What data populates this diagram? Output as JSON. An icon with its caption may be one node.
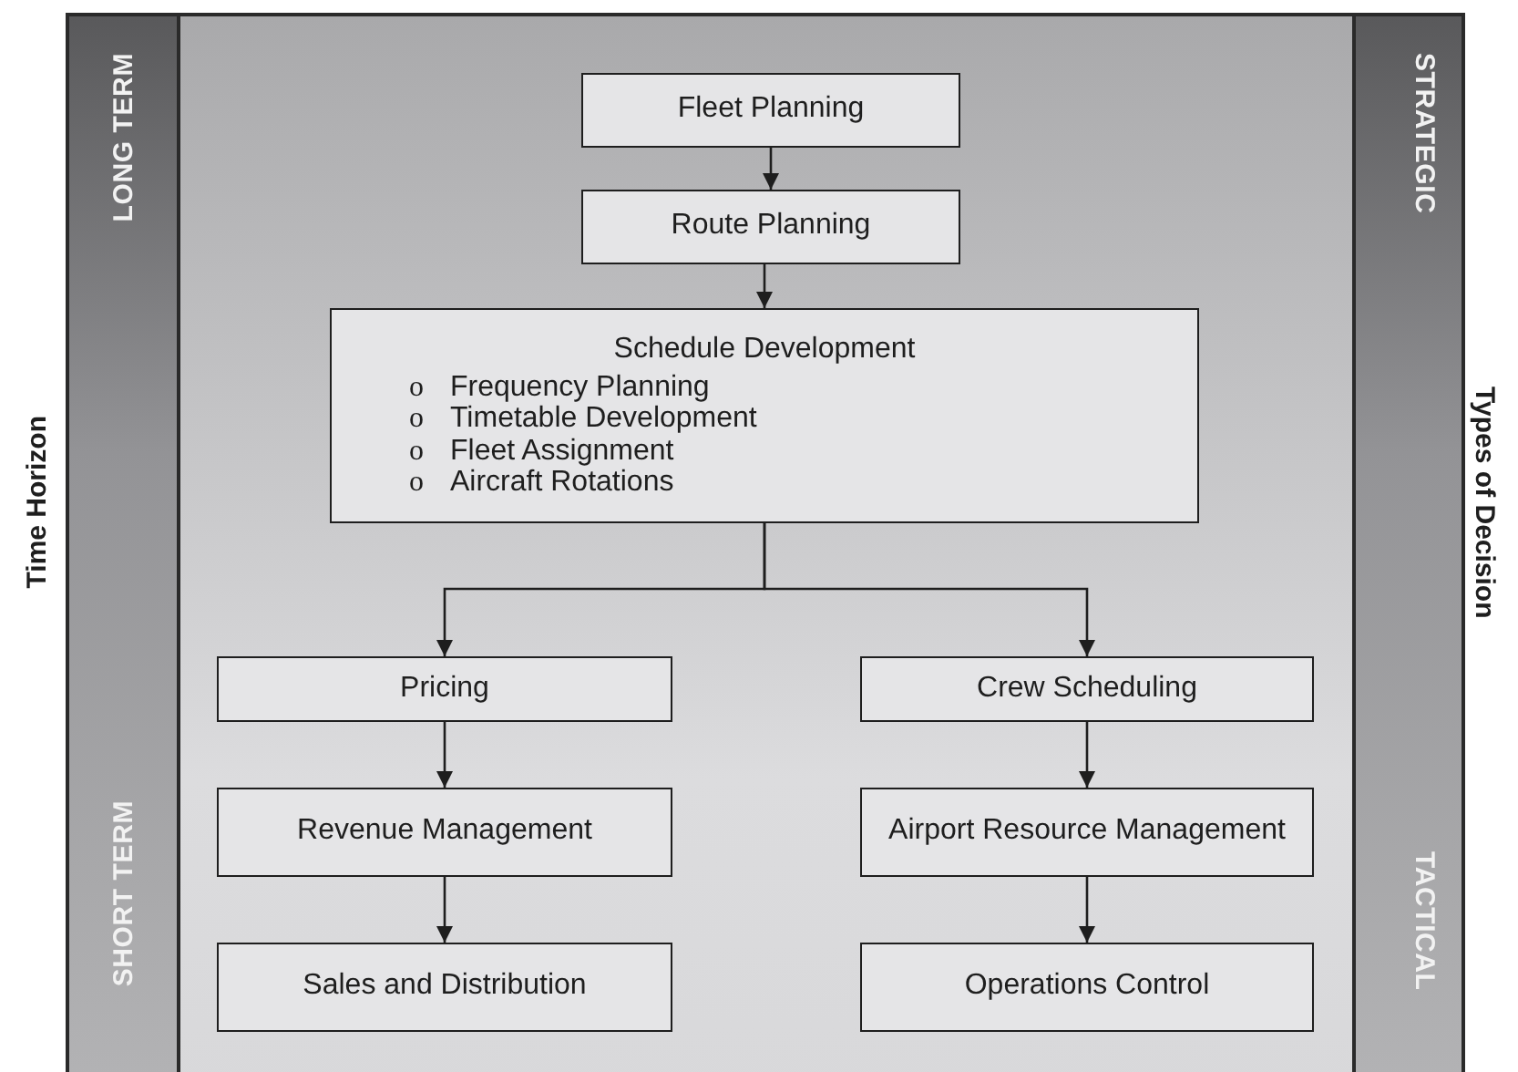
{
  "diagram": {
    "nodes": [
      {
        "text": [
          "LONG TERM",
          "SHORT TERM"
        ]
      },
      {
        "text": [
          "Fleet Planning"
        ]
      },
      {
        "text": [
          "Route Planning"
        ]
      },
      {
        "text": [
          "Schedule Development",
          "o Frequency Planning",
          "o Timetable Development",
          "o Fleet Assignment",
          "o Aircraft Rotations"
        ]
      },
      {
        "text": [
          "Pricing"
        ]
      },
      {
        "text": [
          "Crew Scheduling"
        ]
      },
      {
        "text": [
          "Revenue Management"
        ]
      },
      {
        "text": [
          "Airport Resource Management"
        ]
      },
      {
        "text": [
          "Sales and Distribution"
        ]
      },
      {
        "text": [
          "Operations Control"
        ]
      },
      {
        "text": [
          "STRATEGIC",
          "TACTICAL"
        ]
      }
    ],
    "edges": [
      {
        "from": 1,
        "to": 2,
        "arrow": "to"
      },
      {
        "from": 2,
        "to": 3,
        "arrow": "to"
      },
      {
        "from": 3,
        "to": 4,
        "arrow": "to"
      },
      {
        "from": 3,
        "to": 5,
        "arrow": "to"
      },
      {
        "from": 4,
        "to": 6,
        "arrow": "to"
      },
      {
        "from": 6,
        "to": 8,
        "arrow": "to"
      },
      {
        "from": 5,
        "to": 7,
        "arrow": "to"
      },
      {
        "from": 7,
        "to": 9,
        "arrow": "to"
      }
    ],
    "labels": [
      "Time Horizon",
      "Types of Decision"
    ]
  }
}
